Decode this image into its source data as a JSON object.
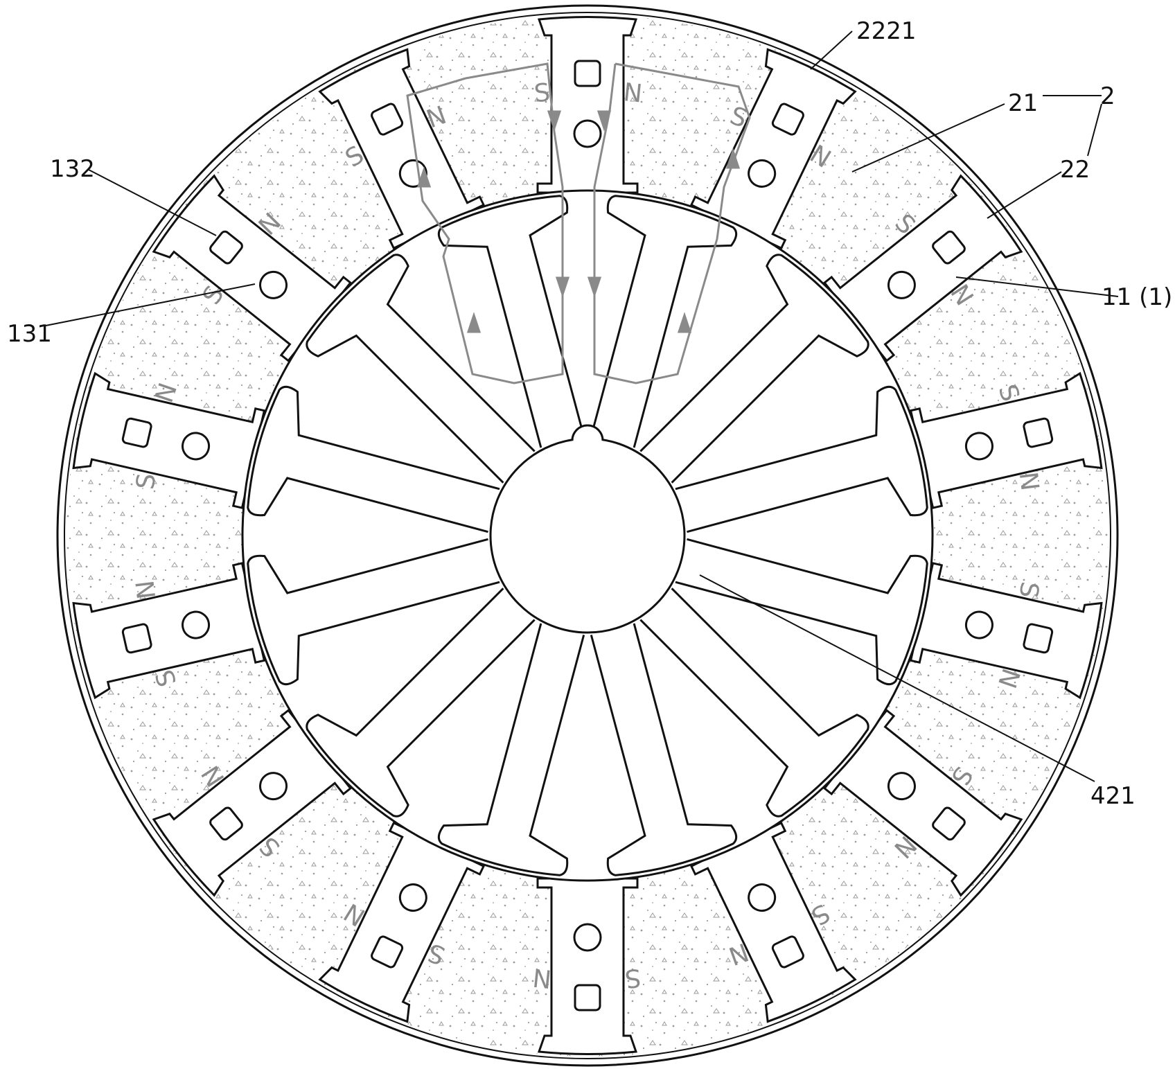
{
  "reference_labels": [
    {
      "id": "2221",
      "text": "2221"
    },
    {
      "id": "21",
      "text": "21"
    },
    {
      "id": "2",
      "text": "2"
    },
    {
      "id": "22",
      "text": "22"
    },
    {
      "id": "11",
      "text": "11 (1)"
    },
    {
      "id": "132",
      "text": "132"
    },
    {
      "id": "131",
      "text": "131"
    },
    {
      "id": "421",
      "text": "421"
    }
  ],
  "magnet_pole_letters": [
    "N",
    "S",
    "N",
    "S",
    "N",
    "S",
    "N",
    "S",
    "N",
    "S",
    "N",
    "S",
    "N",
    "S",
    "N",
    "S",
    "N",
    "S",
    "N",
    "S",
    "N",
    "S",
    "N",
    "S",
    "N",
    "S",
    "N",
    "S"
  ],
  "colors": {
    "line": "#111111",
    "flux": "#8a8a8a",
    "magnet_fill": "#ffffff",
    "magnet_dots": "#9a9a9a"
  }
}
